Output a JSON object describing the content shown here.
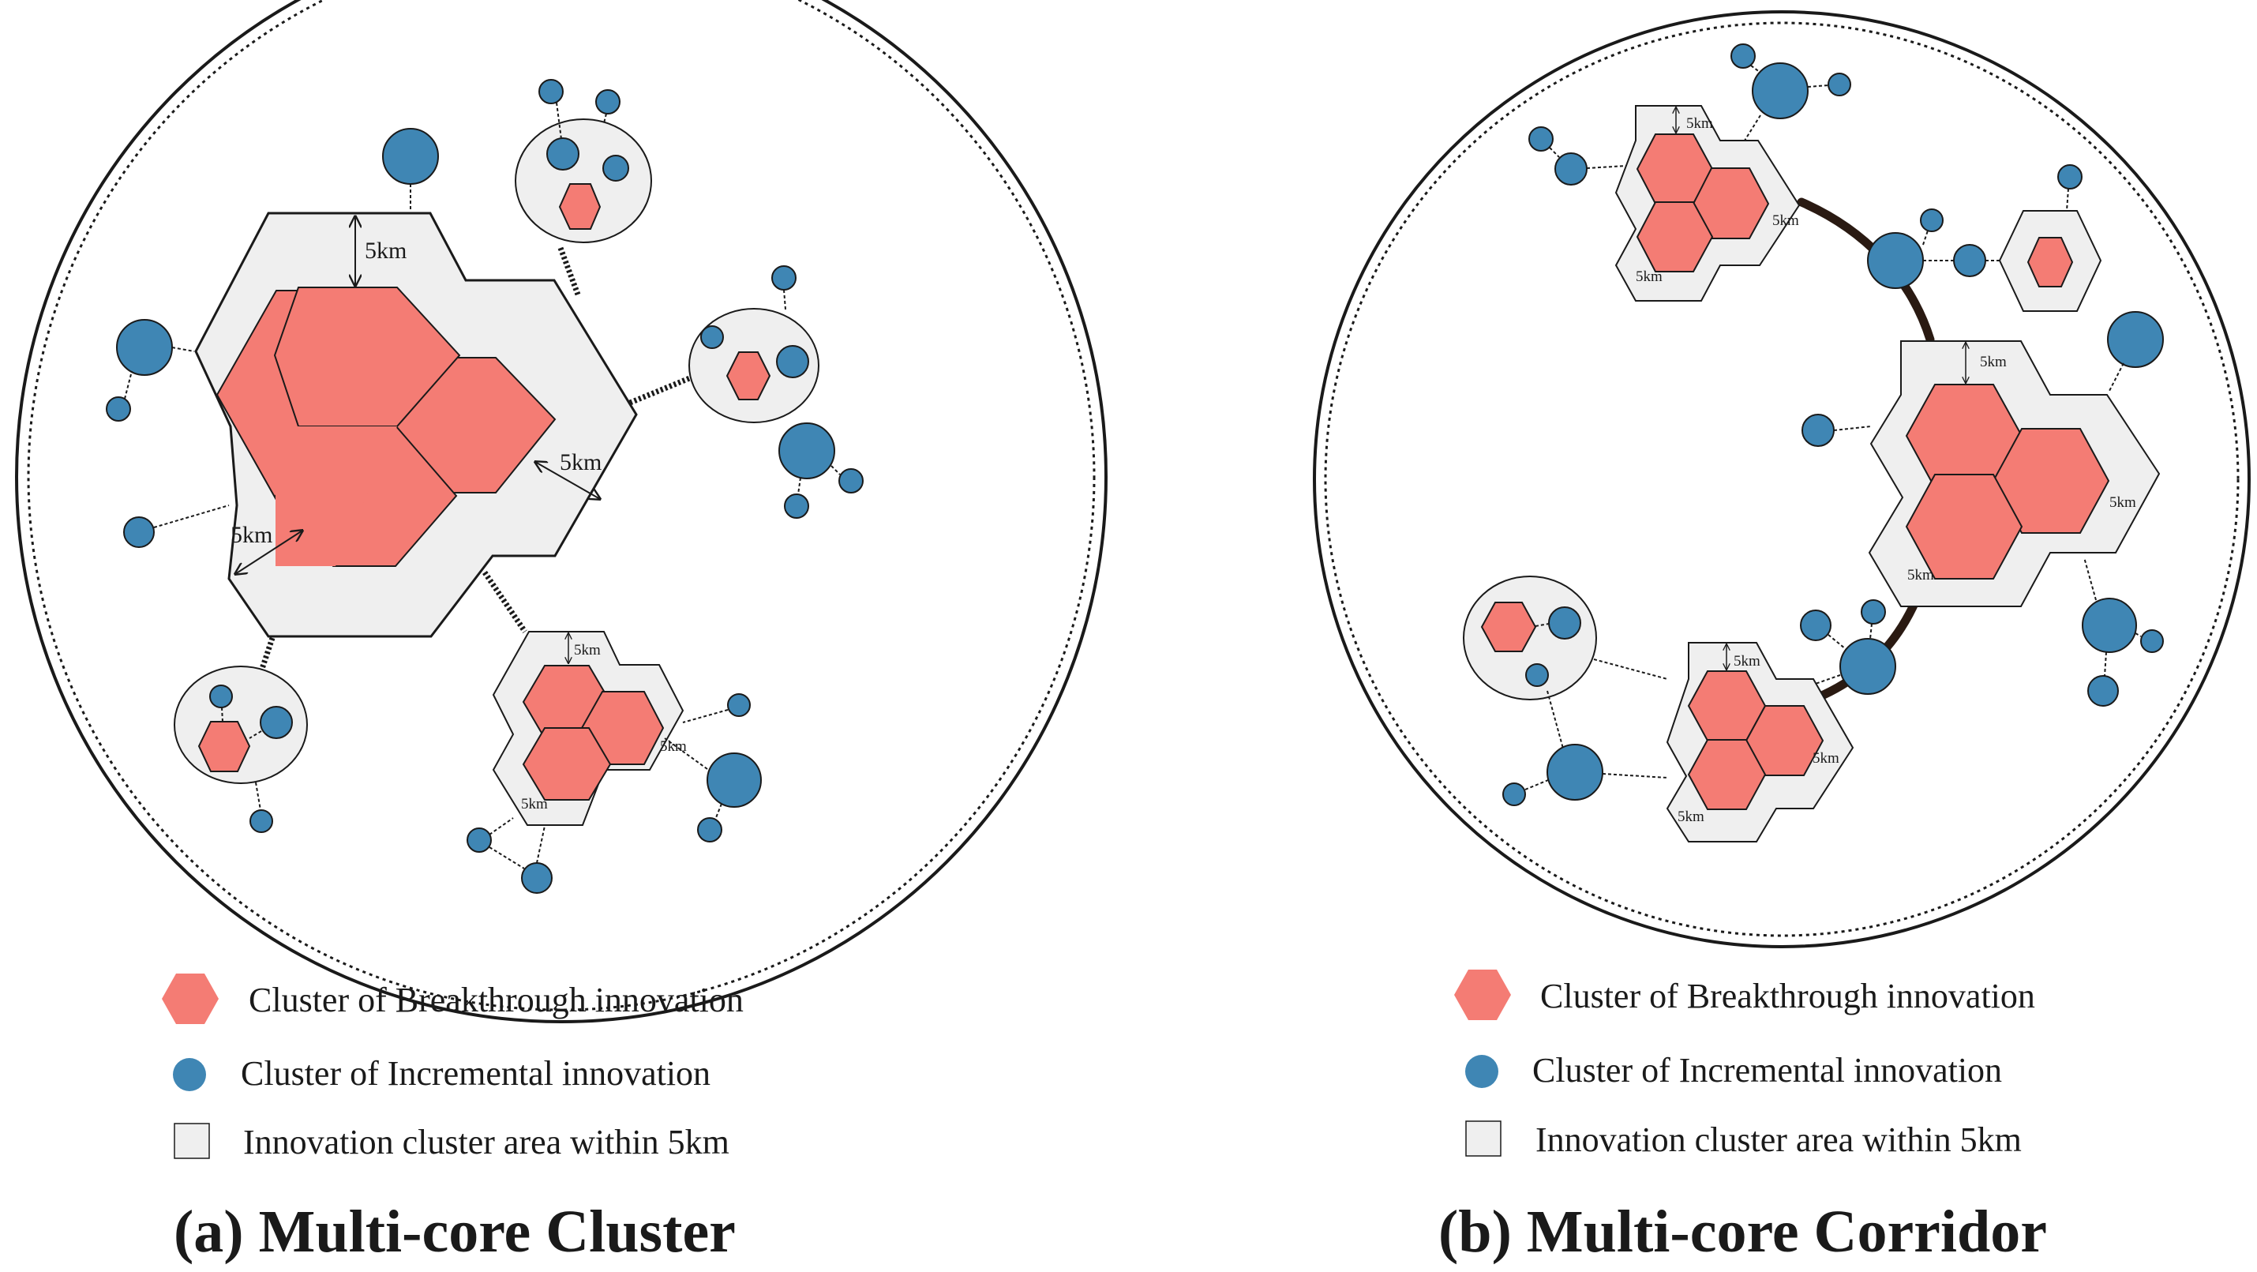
{
  "colors": {
    "breakthrough": "#f47c74",
    "incremental": "#3f86b4",
    "area_fill": "#efefef",
    "outline": "#1a1a1a",
    "corridor": "#2a1a12"
  },
  "icons": {
    "breakthrough": "hexagon-icon",
    "incremental": "circle-icon",
    "area": "square-icon"
  },
  "distance_label": "5km",
  "legend": {
    "breakthrough": "Cluster of Breakthrough innovation",
    "incremental": "Cluster of Incremental innovation",
    "area": "Innovation cluster area within 5km"
  },
  "panels": {
    "a": {
      "title": "(a) Multi-core Cluster"
    },
    "b": {
      "title": "(b) Multi-core Corridor"
    }
  }
}
